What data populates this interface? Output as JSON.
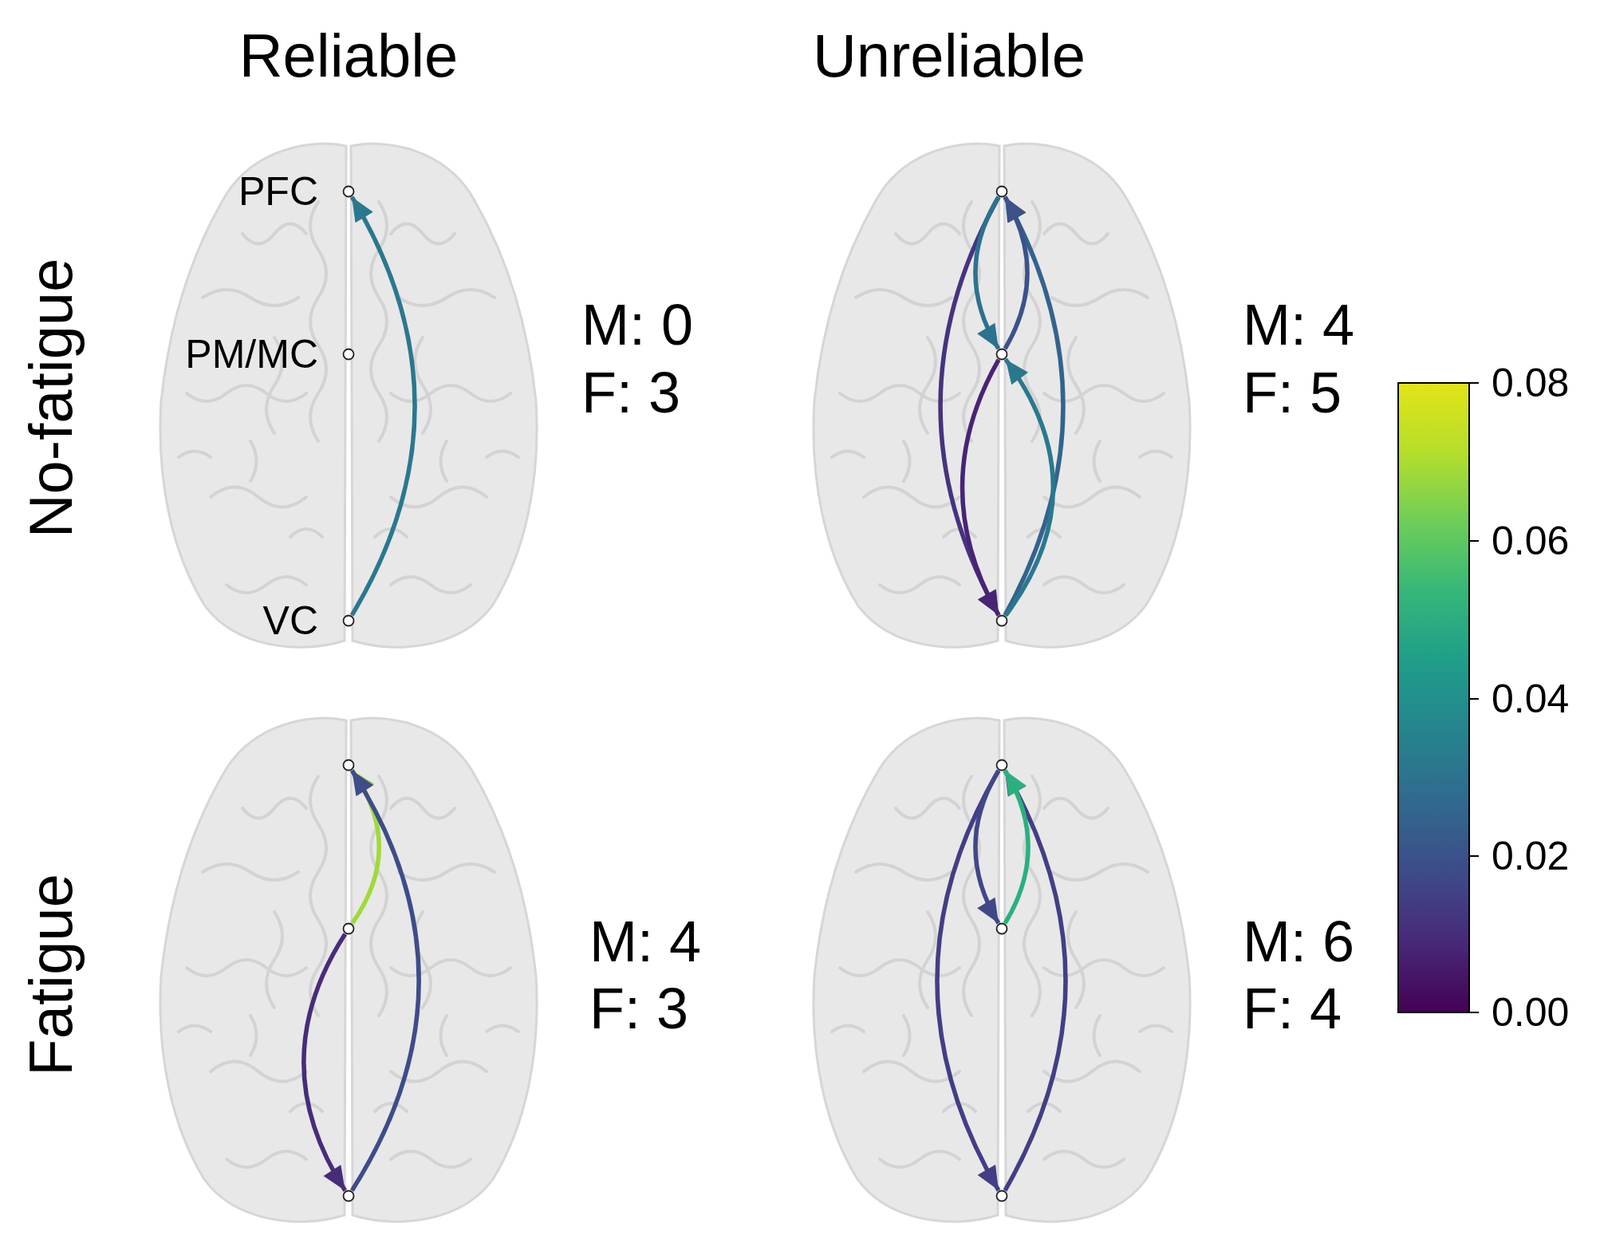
{
  "diagram": {
    "nodes": [
      {
        "text": [
          "PFC"
        ]
      },
      {
        "text": [
          "PM/MC"
        ]
      },
      {
        "text": [
          "VC"
        ]
      },
      {
        "text": []
      },
      {
        "text": []
      },
      {
        "text": []
      },
      {
        "text": []
      },
      {
        "text": []
      },
      {
        "text": []
      },
      {
        "text": []
      },
      {
        "text": []
      },
      {
        "text": []
      }
    ],
    "edges": [
      {
        "from": 2,
        "to": 0,
        "arrow": "to"
      },
      {
        "from": 3,
        "to": 5,
        "arrow": "to"
      },
      {
        "from": 5,
        "to": 3,
        "arrow": "to"
      },
      {
        "from": 3,
        "to": 4,
        "arrow": "to"
      },
      {
        "from": 4,
        "to": 3,
        "arrow": "to"
      },
      {
        "from": 5,
        "to": 4,
        "arrow": "to"
      },
      {
        "from": 4,
        "to": 5,
        "arrow": "to"
      },
      {
        "from": 7,
        "to": 6,
        "arrow": "to"
      },
      {
        "from": 8,
        "to": 6,
        "arrow": "to"
      },
      {
        "from": 7,
        "to": 8,
        "arrow": "to"
      },
      {
        "from": 9,
        "to": 11,
        "arrow": "to"
      },
      {
        "from": 11,
        "to": 9,
        "arrow": "to"
      },
      {
        "from": 9,
        "to": 10,
        "arrow": "to"
      },
      {
        "from": 10,
        "to": 9,
        "arrow": "to"
      }
    ],
    "labels": [
      "Reliable",
      "Unreliable",
      "No-fatigue",
      "Fatigue",
      "M: 0",
      "F: 3",
      "M: 4",
      "F: 5",
      "M: 4",
      "F: 3",
      "M: 6",
      "F: 4",
      "0.08",
      "0.06",
      "0.04",
      "0.02",
      "0.00"
    ]
  }
}
